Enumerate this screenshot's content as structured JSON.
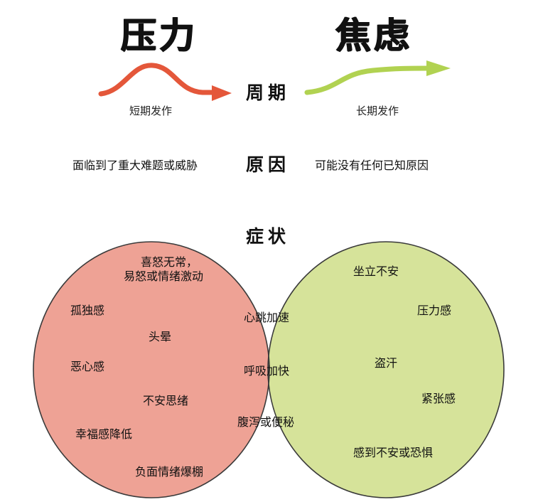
{
  "titles": {
    "left": "压力",
    "right": "焦虑"
  },
  "period": {
    "label": "周期",
    "left": "短期发作",
    "right": "长期发作"
  },
  "cause": {
    "label": "原因",
    "left": "面临到了重大难题或威胁",
    "right": "可能没有任何已知原因"
  },
  "symptoms": {
    "label": "症状",
    "stress_only": [
      "喜怒无常，",
      "易怒或情绪激动",
      "孤独感",
      "头晕",
      "恶心感",
      "不安思绪",
      "幸福感降低",
      "负面情绪爆棚"
    ],
    "shared": [
      "心跳加速",
      "呼吸加快",
      "腹泻或便秘"
    ],
    "anxiety_only": [
      "坐立不安",
      "压力感",
      "盗汗",
      "紧张感",
      "感到不安或恐惧"
    ]
  },
  "colors": {
    "stress_circle": "#eea295",
    "anxiety_circle": "#d6e39a",
    "overlap": "#d8d8d8",
    "stress_arrow": "#e4573a",
    "anxiety_arrow": "#b1d251"
  }
}
